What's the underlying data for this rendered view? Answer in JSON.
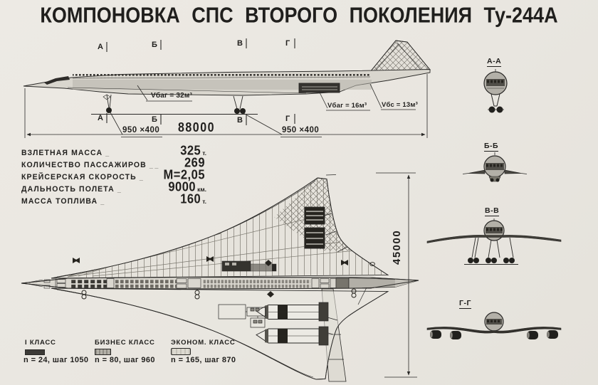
{
  "title": "КОМПОНОВКА СПС ВТОРОГО ПОКОЛЕНИЯ Ту-244А",
  "side_view": {
    "markers": [
      "А",
      "Б",
      "В",
      "Г"
    ],
    "volume_labels": {
      "front_baggage": "Vбаг = 32м³",
      "rear_baggage": "Vбаг = 16м³",
      "rear_aux": "Vбс = 13м³"
    },
    "length_dim": "88000",
    "nose_tire": "950 ×400",
    "main_tire": "950 ×400"
  },
  "specs": {
    "rows": [
      {
        "label": "ВЗЛЕТНАЯ МАССА",
        "leader": "_",
        "value": "325",
        "unit": "т."
      },
      {
        "label": "КОЛИЧЕСТВО ПАССАЖИРОВ",
        "leader": "_ _",
        "value": "269",
        "unit": ""
      },
      {
        "label": "КРЕЙСЕРСКАЯ СКОРОСТЬ",
        "leader": "_",
        "value": "М=2,05",
        "unit": ""
      },
      {
        "label": "ДАЛЬНОСТЬ ПОЛЕТА",
        "leader": "_",
        "value": "9000",
        "unit": "км."
      },
      {
        "label": "МАССА ТОПЛИВА",
        "leader": "_",
        "value": "160",
        "unit": "т."
      }
    ]
  },
  "plan_view": {
    "span_dim": "45000"
  },
  "sections": {
    "aa": "А-А",
    "bb": "Б-Б",
    "vv": "В-В",
    "gg": "Г-Г"
  },
  "legend": {
    "items": [
      {
        "name": "I КЛАСС",
        "detail": "n = 24, шаг 1050"
      },
      {
        "name": "БИЗНЕС КЛАСС",
        "detail": "n = 80, шаг 960"
      },
      {
        "name": "ЭКОНОМ. КЛАСС",
        "detail": "n = 165, шаг 870"
      }
    ]
  },
  "colors": {
    "paper": "#eae7e1",
    "ink": "#2a2927",
    "first_class": "#3d3b37",
    "business": "#9a978f",
    "economy": "#d6d3ca"
  }
}
